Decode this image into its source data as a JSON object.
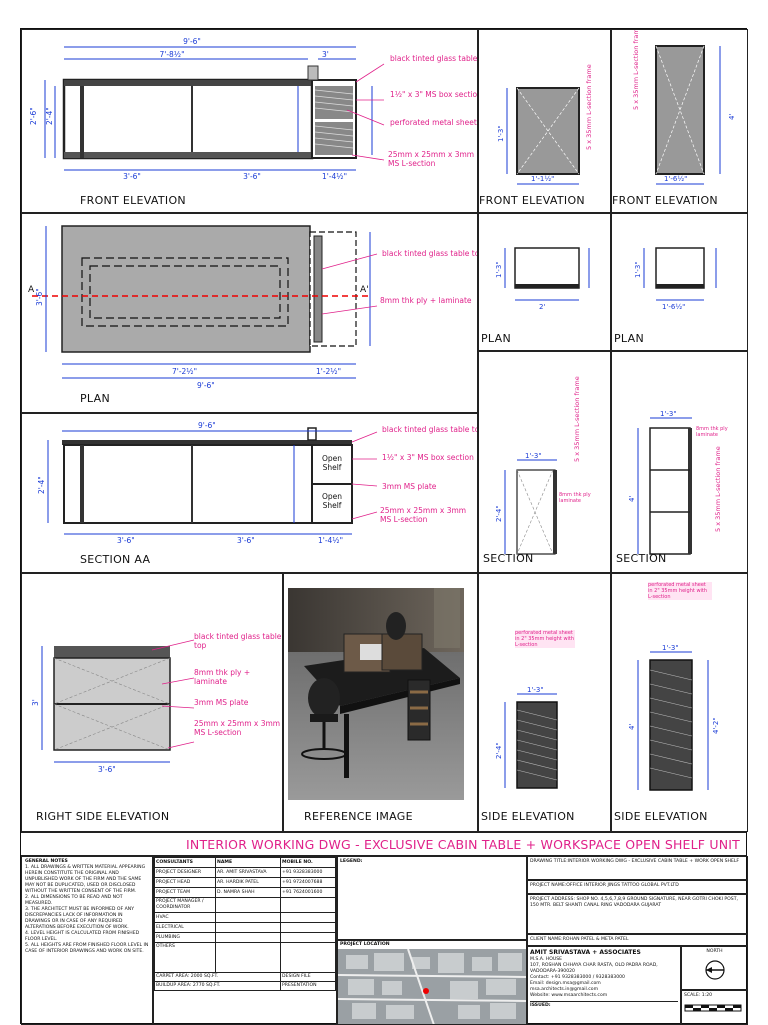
{
  "views": {
    "front_elevation_main": "FRONT ELEVATION",
    "front_elevation_a": "FRONT ELEVATION",
    "front_elevation_b": "FRONT ELEVATION",
    "plan_main": "PLAN",
    "plan_a": "PLAN",
    "plan_b": "PLAN",
    "section_aa": "SECTION AA",
    "section_a": "SECTION",
    "section_b": "SECTION",
    "right_side_elevation": "RIGHT SIDE ELEVATION",
    "reference_image": "REFERENCE IMAGE",
    "side_elevation_a": "SIDE ELEVATION",
    "side_elevation_b": "SIDE ELEVATION"
  },
  "annotations": {
    "glass_top": "black tinted glass table top",
    "ms_box": "1½\" x 3\" MS box section",
    "perforated": "perforated metal sheet",
    "l_section": "25mm x 25mm x 3mm MS L-section",
    "ply": "8mm thk ply + laminate",
    "ms_plate": "3mm MS plate",
    "open_shelf": "Open Shelf",
    "l_frame": "5 x 35mm L-section frame",
    "ply_small": "8mm thk ply laminate",
    "perforated_long": "perforated metal sheet in 2\" 35mm height with L-section"
  },
  "dims": {
    "overall": "9'-6\"",
    "inner": "7'-8½\"",
    "shelf_w": "1'-4½\"",
    "end": "3'",
    "bay": "3'-6\"",
    "h": "2'-6\"",
    "h2": "2'-4\"",
    "depth": "3'-6\"",
    "plan_inner": "7'-2½\"",
    "plan_side": "1'-2½\"",
    "w1": "1'-1½\"",
    "w2": "1'-6½\"",
    "w3": "1'-3\"",
    "w4": "2'",
    "d1": "1'-3\"",
    "h3": "4'",
    "h4": "4'-2\"",
    "a": "A",
    "a2": "A'"
  },
  "banner": "INTERIOR WORKING DWG - EXCLUSIVE CABIN TABLE + WORKSPACE OPEN SHELF UNIT",
  "title_block": {
    "general_notes_h": "GENERAL NOTES",
    "notes": [
      "1. ALL DRAWINGS & WRITTEN MATERIAL APPEARING HEREIN CONSTITUTE THE ORIGINAL AND UNPUBLISHED WORK OF THE FIRM AND THE SAME MAY NOT BE DUPLICATED, USED OR DISCLOSED WITHOUT THE WRITTEN CONSENT OF THE FIRM.",
      "2. ALL DIMENSIONS TO BE READ AND NOT MEASURED.",
      "3. THE ARCHITECT MUST BE INFORMED OF ANY DISCREPANCIES LACK OF INFORMATION IN DRAWINGS OR IN CASE OF ANY REQUIRED ALTERATIONS BEFORE EXECUTION OF WORK.",
      "4. LEVEL HEIGHT IS CALCULATED FROM FINISHED FLOOR LEVEL.",
      "5. ALL HEIGHTS ARE FROM FINISHED FLOOR LEVEL IN CASE OF INTERIOR DRAWINGS AND WORK ON SITE."
    ],
    "consultants_h": "CONSULTANTS",
    "name_h": "NAME",
    "mobile_h": "MOBILE NO.",
    "consultants": [
      {
        "role": "PROJECT DESIGNER",
        "name": "AR. AMIT SRIVASTAVA",
        "mobile": "+91 9328383000"
      },
      {
        "role": "PROJECT HEAD",
        "name": "AR. HARDIK PATEL",
        "mobile": "+91 9724007688"
      },
      {
        "role": "PROJECT TEAM",
        "name": "D. NAMRA SHAH",
        "mobile": "+91 7624001600"
      },
      {
        "role": "PROJECT MANAGER / COORDINATOR",
        "name": "",
        "mobile": ""
      },
      {
        "role": "HVAC",
        "name": "",
        "mobile": ""
      },
      {
        "role": "ELECTRICAL",
        "name": "",
        "mobile": ""
      },
      {
        "role": "PLUMBING",
        "name": "",
        "mobile": ""
      },
      {
        "role": "OTHERS",
        "name": "",
        "mobile": ""
      }
    ],
    "area_rows": [
      {
        "k": "CARPET AREA: 2000 SQ.FT.",
        "v": "DESIGN FILE"
      },
      {
        "k": "BUILDUP AREA: 2770 SQ.FT.",
        "v": "PRESENTATION"
      }
    ],
    "legend_h": "LEGEND:",
    "location_h": "PROJECT LOCATION",
    "drawing_title": "DRAWING TITLE:INTERIOR WORKING DWG - EXCLUSIVE CABIN TABLE + WORK OPEN SHELF",
    "project_name": "PROJECT NAME:OFFICE INTERIOR JINGS TATTOO GLOBAL PVT.LTD",
    "project_address": "PROJECT ADDRESS: SHOP NO. 4,5,6,7,8,9 GROUND SIGNATURE, NEAR GOTRI CHOKI POST, 150 MTR. BELT SHANTI CANAL RING VADODARA GUJARAT",
    "client_name": "CLIENT NAME:ROHAN PATEL & META PATEL",
    "firm": "AMIT SRIVASTAVA + ASSOCIATES",
    "firm_lines": [
      "M.S.A. HOUSE",
      "107, ROSHAN CHHAYA CHAR RASTA, OLD PADRA ROAD, VADODARA-390020",
      "Contact: +91 9328383000 / 9328383000",
      "Email: design.msa@gmail.com",
      "msa.architects.in@gmail.com",
      "Website: www.msaarchitects.com"
    ],
    "issued": "ISSUED:",
    "north": "NORTH",
    "scale": "SCALE: 1:20"
  }
}
